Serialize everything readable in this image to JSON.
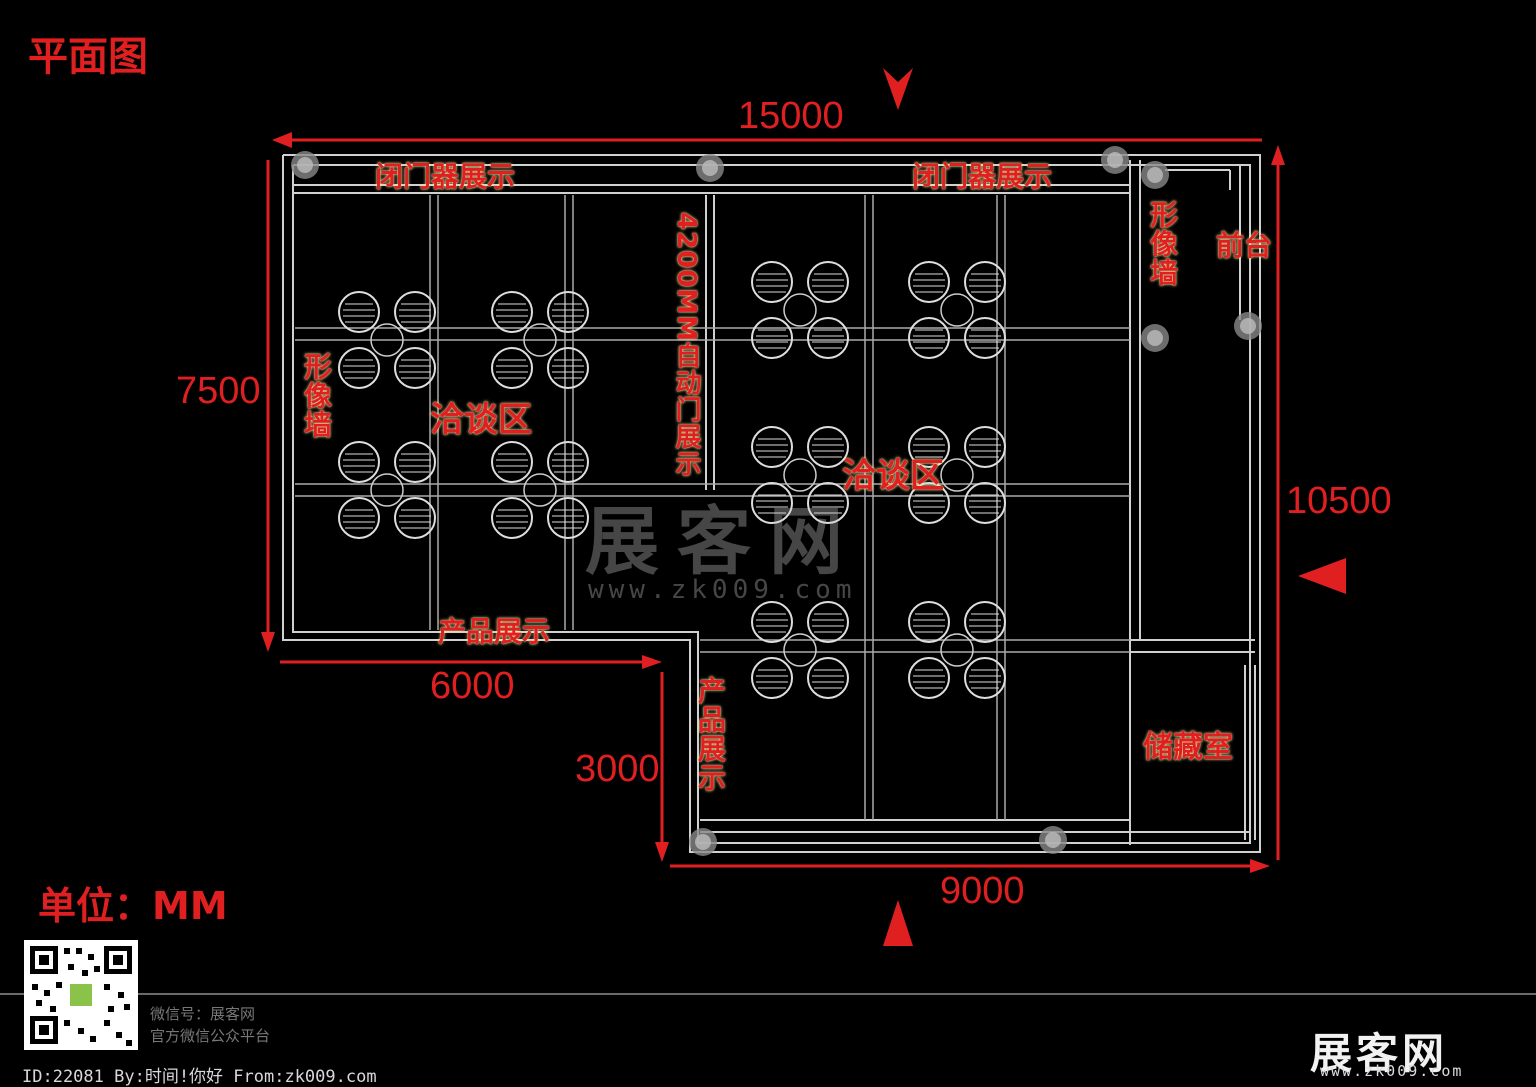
{
  "title": "平面图",
  "dimensions": {
    "top": "15000",
    "left": "7500",
    "right": "10500",
    "bottom_left": "6000",
    "bottom_step": "3000",
    "bottom_right": "9000"
  },
  "labels": {
    "closer_display_1": "闭门器展示",
    "closer_display_2": "闭门器展示",
    "auto_door": "4200MM自动门展示",
    "image_wall_left": "形像墙",
    "image_wall_right": "形像墙",
    "front_desk": "前台",
    "negotiation_1": "洽谈区",
    "negotiation_2": "洽谈区",
    "product_display_h": "产品展示",
    "product_display_v": "产品展示",
    "storage": "储藏室"
  },
  "unit": "单位：MM",
  "watermark": {
    "text": "展客网",
    "url": "www.zk009.com"
  },
  "footer": {
    "wechat_id": "微信号：展客网",
    "wechat_desc": "官方微信公众平台",
    "id_line": "ID:22081 By:时间!你好 From:zk009.com",
    "brand": "展客网",
    "brand_url": "www.zk009.com"
  },
  "colors": {
    "accent": "#e02020",
    "lines": "#d0d0d0",
    "background": "#000000"
  }
}
